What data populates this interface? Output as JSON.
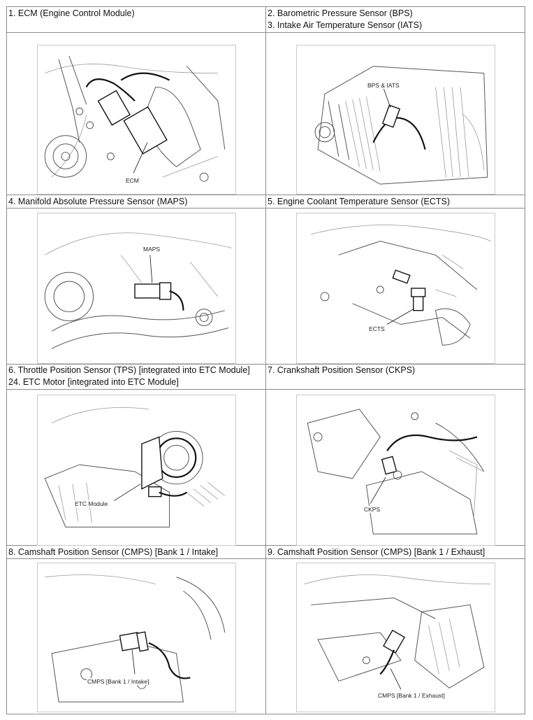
{
  "cells": [
    {
      "id": "ecm",
      "caption": [
        "1. ECM (Engine Control Module)"
      ],
      "label": "ECM"
    },
    {
      "id": "bps-iats",
      "caption": [
        "2. Barometric Pressure Sensor (BPS)",
        "3. Intake Air Temperature Sensor (IATS)"
      ],
      "label": "BPS & IATS"
    },
    {
      "id": "maps",
      "caption": [
        "4. Manifold Absolute Pressure Sensor (MAPS)"
      ],
      "label": "MAPS"
    },
    {
      "id": "ects",
      "caption": [
        "5. Engine Coolant Temperature Sensor (ECTS)"
      ],
      "label": "ECTS"
    },
    {
      "id": "tps-etc",
      "caption": [
        "6. Throttle Position Sensor (TPS) [integrated into ETC Module]",
        "24. ETC Motor [integrated into ETC Module]"
      ],
      "label": "ETC Module"
    },
    {
      "id": "ckps",
      "caption": [
        "7. Crankshaft Position Sensor (CKPS)"
      ],
      "label": "CKPS"
    },
    {
      "id": "cmps-intake",
      "caption": [
        "8. Camshaft Position Sensor (CMPS) [Bank 1 / Intake]"
      ],
      "label": "CMPS [Bank 1 / Intake]"
    },
    {
      "id": "cmps-exhaust",
      "caption": [
        "9. Camshaft Position Sensor (CMPS) [Bank 1 / Exhaust]"
      ],
      "label": "CMPS [Bank 1 / Exhaust]"
    }
  ]
}
